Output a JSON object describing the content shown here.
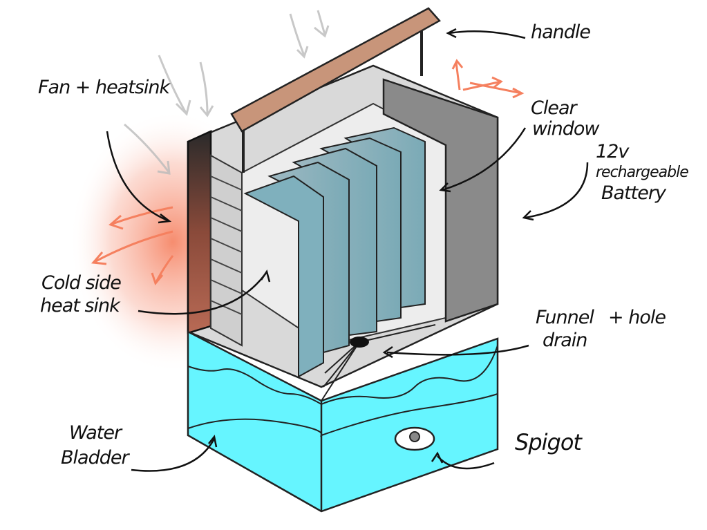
{
  "labels": {
    "handle": "handle",
    "fan_heatsink": "Fan + heatsink",
    "clear_window_1": "Clear",
    "clear_window_2": "window",
    "battery_1": "12v",
    "battery_2": "rechargeable",
    "battery_3": "Battery",
    "cold_side_1": "Cold side",
    "cold_side_2": "heat sink",
    "funnel_1": "Funnel",
    "funnel_2": "drain",
    "funnel_hole": "+ hole",
    "bladder_1": "Water",
    "bladder_2": "Bladder",
    "spigot": "Spigot"
  },
  "colors": {
    "water": "#66F5FF",
    "handle": "#C8957A",
    "heat": "#F5805F",
    "battery": "#8A8A8A",
    "fins": "#8FB3BC"
  }
}
